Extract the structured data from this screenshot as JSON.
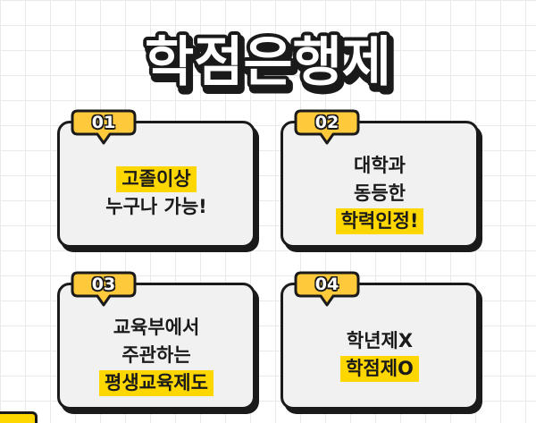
{
  "title": "학점은행제",
  "colors": {
    "accent": "#ffd700",
    "badge": "#ffc93c",
    "ink": "#1a1a1a",
    "card": "#f1f1f1"
  },
  "cards": [
    {
      "badge": "01",
      "lines": [
        {
          "text": "고졸이상",
          "highlight": true
        },
        {
          "text": "누구나 가능!",
          "highlight": false
        }
      ]
    },
    {
      "badge": "02",
      "lines": [
        {
          "text": "대학과",
          "highlight": false
        },
        {
          "text": "동등한",
          "highlight": false
        },
        {
          "text": "학력인정!",
          "highlight": true
        }
      ]
    },
    {
      "badge": "03",
      "lines": [
        {
          "text": "교육부에서",
          "highlight": false
        },
        {
          "text": "주관하는",
          "highlight": false
        },
        {
          "text": "평생교육제도",
          "highlight": true
        }
      ]
    },
    {
      "badge": "04",
      "lines": [
        {
          "text": "학년제X",
          "highlight": false
        },
        {
          "text": "학점제O",
          "highlight": true
        }
      ]
    }
  ]
}
